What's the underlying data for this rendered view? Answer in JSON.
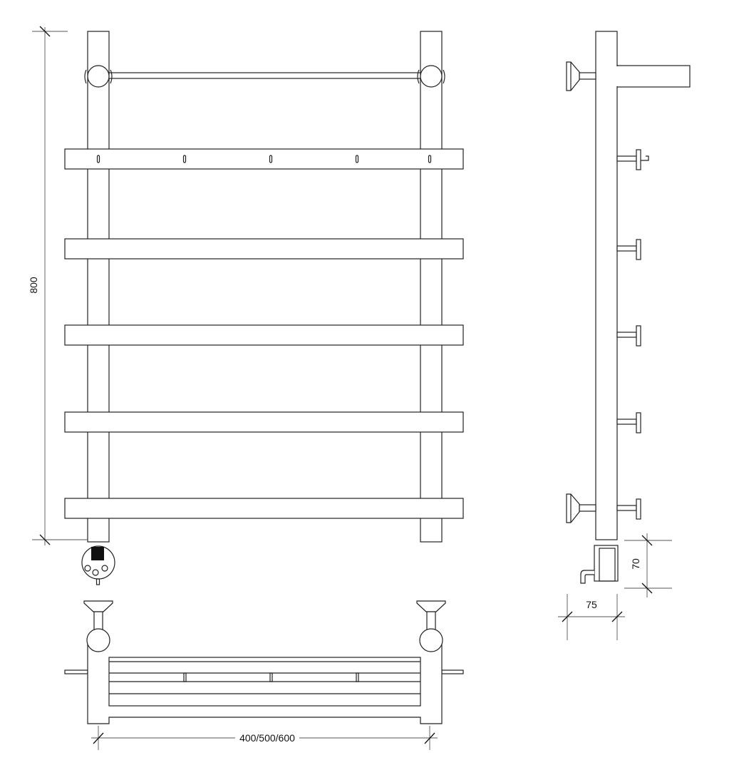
{
  "drawing": {
    "front_view": {
      "height_dimension": "800"
    },
    "top_view": {
      "width_dimension": "400/500/600"
    },
    "side_view": {
      "depth_dimension": "75",
      "heater_height_dimension": "70"
    }
  },
  "colors": {
    "line": "#222222",
    "dimension": "#555555",
    "background": "#ffffff"
  }
}
